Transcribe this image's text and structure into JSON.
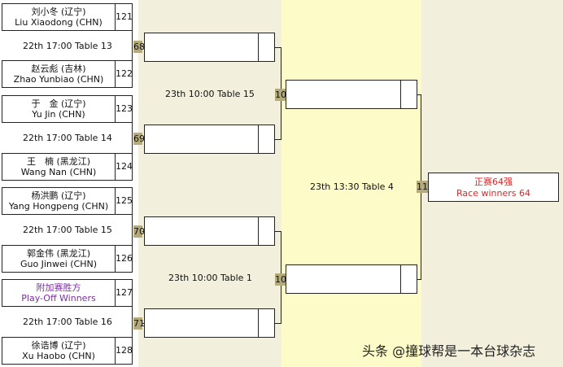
{
  "players": [
    {
      "cn": "刘小冬 (辽宁)",
      "en": "Liu Xiaodong (CHN)",
      "seed": "121"
    },
    {
      "cn": "赵云彪 (吉林)",
      "en": "Zhao Yunbiao (CHN)",
      "seed": "122"
    },
    {
      "cn": "于　金 (辽宁)",
      "en": "Yu Jin (CHN)",
      "seed": "123"
    },
    {
      "cn": "王　楠 (黑龙江)",
      "en": "Wang Nan (CHN)",
      "seed": "124"
    },
    {
      "cn": "杨洪鹏 (辽宁)",
      "en": "Yang Hongpeng (CHN)",
      "seed": "125"
    },
    {
      "cn": "郭金伟 (黑龙江)",
      "en": "Guo Jinwei (CHN)",
      "seed": "126"
    },
    {
      "cn": "附加赛胜方",
      "en": "Play-Off Winners",
      "seed": "127"
    },
    {
      "cn": "徐诰博 (辽宁)",
      "en": "Xu Haobo (CHN)",
      "seed": "128"
    }
  ],
  "round1": [
    {
      "schedule": "22th 17:00 Table 13",
      "match": "68"
    },
    {
      "schedule": "22th 17:00 Table 14",
      "match": "69"
    },
    {
      "schedule": "22th 17:00 Table 15",
      "match": "70"
    },
    {
      "schedule": "22th 17:00 Table 16",
      "match": "71"
    }
  ],
  "round2": [
    {
      "schedule": "23th 10:00 Table 15",
      "match": "10"
    },
    {
      "schedule": "23th 10:00 Table 1",
      "match": "10"
    }
  ],
  "round3": {
    "schedule": "23th 13:30 Table 4",
    "match": "11"
  },
  "final": {
    "cn": "正赛64强",
    "en": "Race winners 64"
  },
  "watermark": "头条 @撞球帮是一本台球杂志",
  "colors": {
    "col_a": "#f2f0dc",
    "col_b": "#fdfbc8",
    "col_c": "#f2f0dc",
    "tag": "#b5aa7c"
  }
}
